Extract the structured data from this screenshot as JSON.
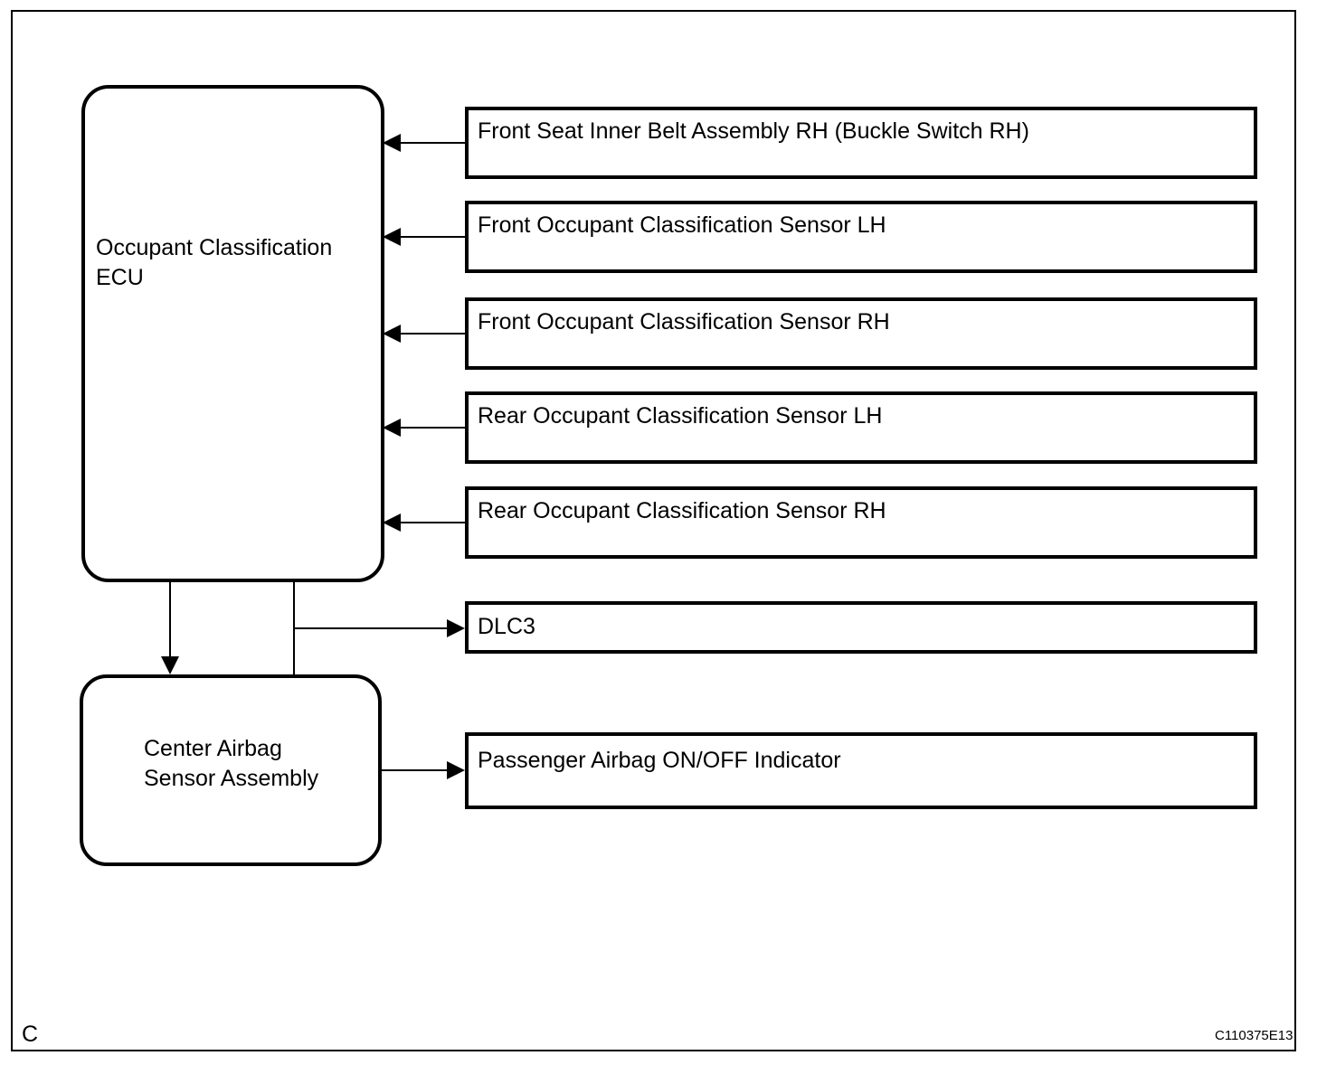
{
  "figure": {
    "nodes": {
      "ecu": {
        "label": "Occupant Classification\nECU"
      },
      "center_airbag": {
        "label": "Center Airbag\nSensor Assembly"
      }
    },
    "inputs": [
      {
        "label": "Front Seat Inner Belt Assembly RH (Buckle Switch RH)"
      },
      {
        "label": "Front Occupant Classification Sensor LH"
      },
      {
        "label": "Front Occupant Classification Sensor RH"
      },
      {
        "label": "Rear Occupant Classification Sensor LH"
      },
      {
        "label": "Rear Occupant Classification Sensor RH"
      }
    ],
    "outputs": {
      "dlc3": {
        "label": "DLC3"
      },
      "passenger_indicator": {
        "label": "Passenger Airbag ON/OFF Indicator"
      }
    },
    "footer": {
      "page_marker": "C",
      "figure_code": "C110375E13"
    },
    "colors": {
      "line": "#000000",
      "background": "#ffffff"
    }
  }
}
